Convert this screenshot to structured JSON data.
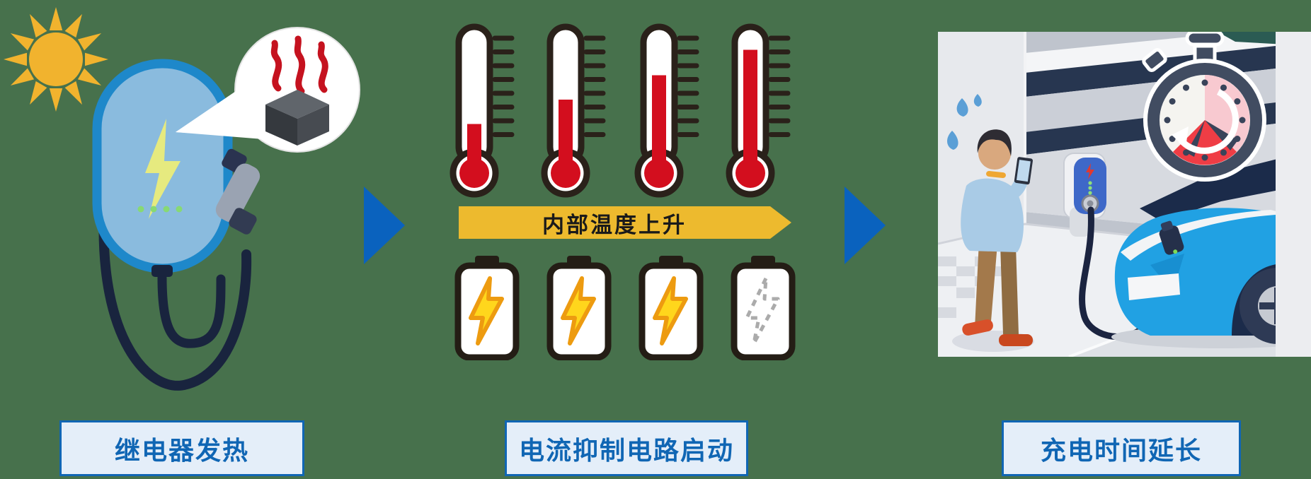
{
  "steps": [
    {
      "id": "relay-heating",
      "label": "继电器发热"
    },
    {
      "id": "current-suppression",
      "label": "电流抑制电路启动"
    },
    {
      "id": "charging-time-extended",
      "label": "充电时间延长"
    }
  ],
  "banner": {
    "text": "内部温度上升"
  },
  "thermometers": {
    "count": 4,
    "levels_percent": [
      27,
      50,
      73,
      97
    ],
    "fill_color": "#D30E1E",
    "outline_color": "#2A211A"
  },
  "batteries": {
    "count": 4,
    "states": [
      "charged",
      "charged",
      "charged",
      "depleted"
    ],
    "bolt_fill": "#FFD61C",
    "bolt_stroke": "#ED9B10",
    "outline_color": "#241D15",
    "inactive_color": "#ABABAB"
  },
  "icons": {
    "sun": "sun-icon",
    "wallbox_lightning": "lightning-bolt-icon",
    "relay_box": "relay-box-icon",
    "heat_waves": "heat-waves-icon",
    "thermometer": "thermometer-icon",
    "battery": "battery-icon",
    "stopwatch": "stopwatch-icon",
    "sweat_drops": "sweat-drops-icon"
  },
  "colors": {
    "background": "#47714C",
    "flow_arrow": "#0A62BE",
    "banner_bg": "#EDBA2E",
    "banner_text": "#1A1A1A",
    "label_bg": "#E4EEF9",
    "label_border": "#1066B4",
    "label_text": "#1066B4",
    "wallbox_fill": "#8ABBDE",
    "wallbox_border": "#1E88CA",
    "wallbox_bolt": "#E6EA7F",
    "status_dots_green": "#87D973",
    "cable_navy": "#19243E",
    "heat_red": "#C5121F",
    "sun_yellow": "#F1B32E",
    "car_blue": "#21A1E3",
    "stopwatch_body": "#414C61",
    "stopwatch_pink": "#F8C9D0",
    "stopwatch_red": "#EF3D45"
  }
}
